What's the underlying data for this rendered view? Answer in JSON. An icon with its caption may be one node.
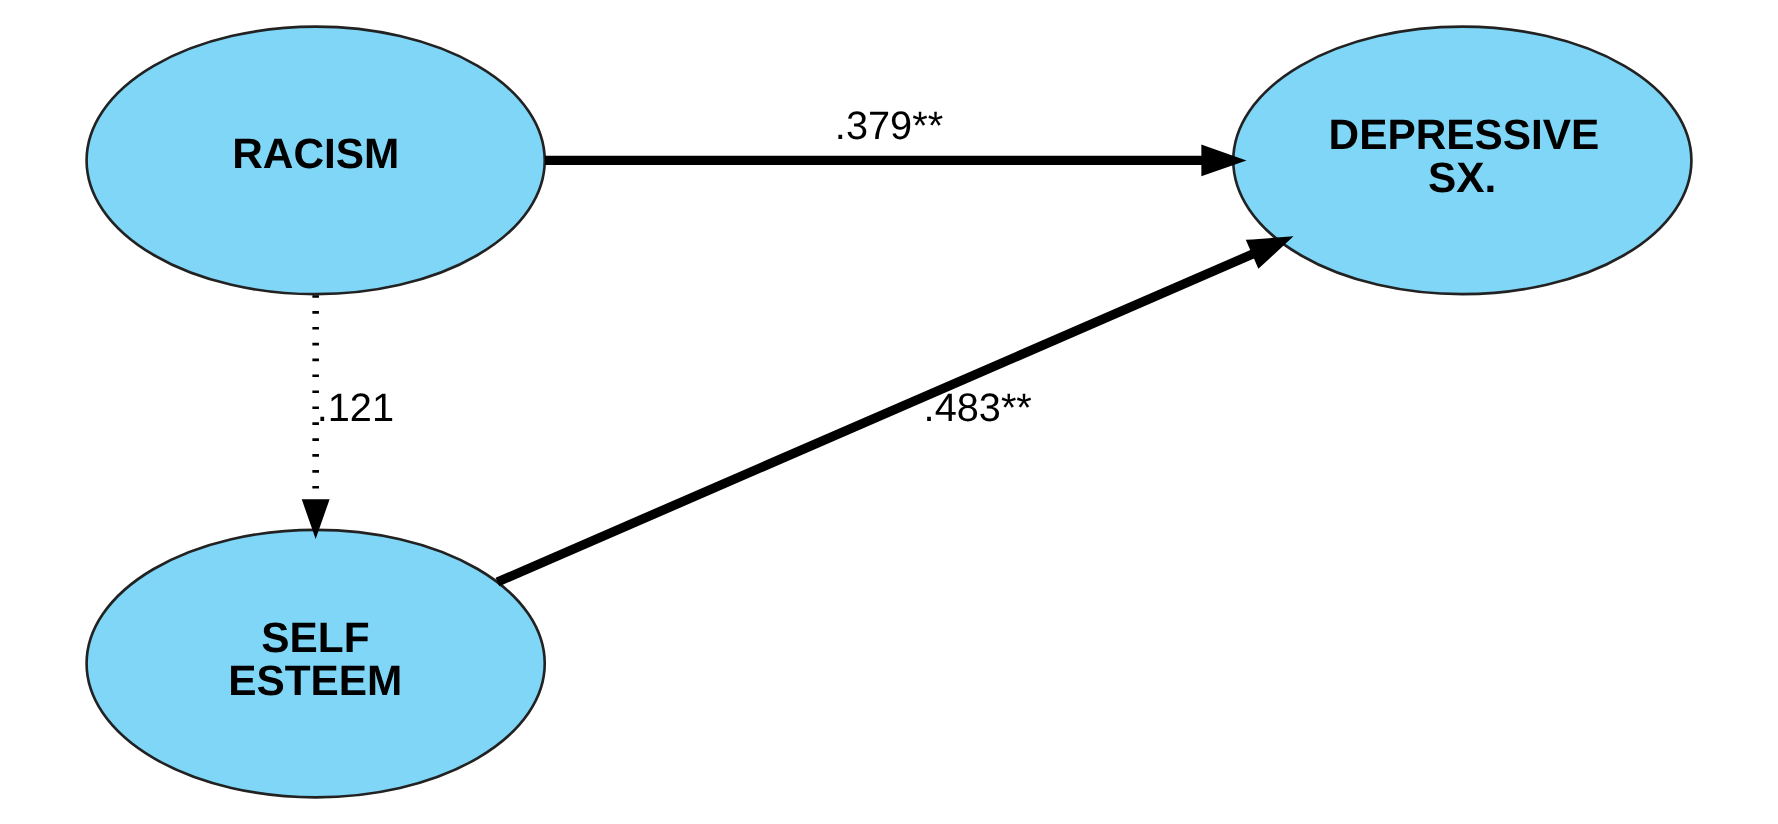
{
  "diagram": {
    "nodes": [
      {
        "text": [
          "RACISM"
        ]
      },
      {
        "text": [
          "DEPRESSIVE SX."
        ]
      },
      {
        "text": [
          "SELF ESTEEM"
        ]
      }
    ],
    "edges": [
      {
        "from": 0,
        "to": 1,
        "arrow": "to",
        "label": ".379**"
      },
      {
        "from": 0,
        "to": 2,
        "arrow": "to",
        "label": ".121",
        "style": "dashed"
      },
      {
        "from": 2,
        "to": 1,
        "arrow": "to",
        "label": ".483**"
      }
    ]
  }
}
